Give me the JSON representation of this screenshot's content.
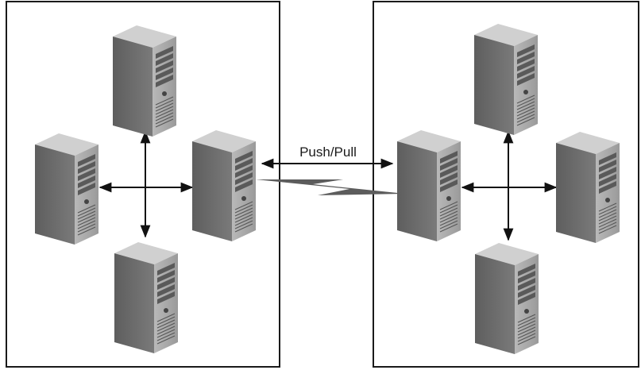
{
  "diagram": {
    "connection_label": "Push/Pull",
    "left_site": {
      "servers": [
        "top",
        "left",
        "hub",
        "bottom"
      ]
    },
    "right_site": {
      "servers": [
        "hub",
        "top",
        "right",
        "bottom"
      ]
    }
  },
  "colors": {
    "frame": "#1a1a1a",
    "arrow": "#111111",
    "server_front": "#a9a9a9",
    "server_side": "#6e6e6e",
    "server_top": "#cfcfcf",
    "wan_link": "#5c5c5c"
  }
}
